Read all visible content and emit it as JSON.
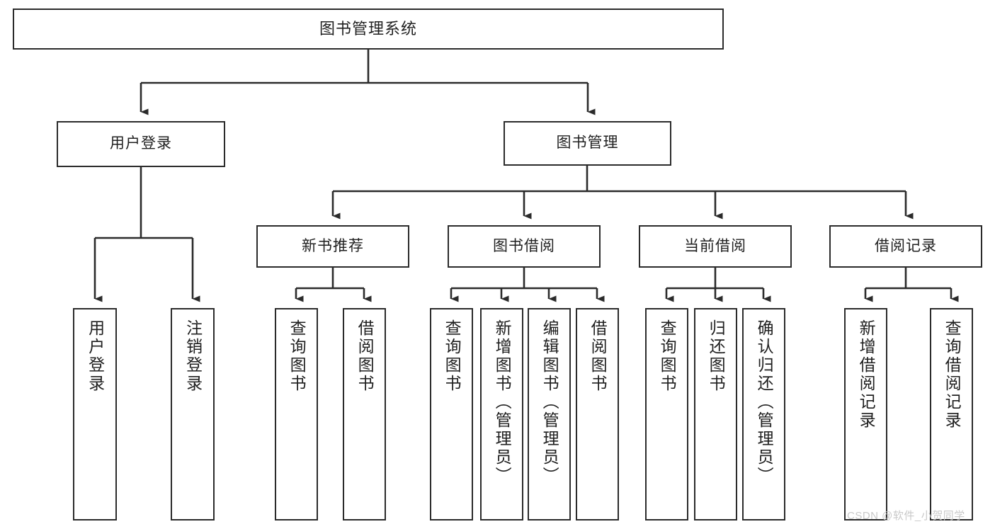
{
  "diagram": {
    "title": "图书管理系统",
    "type": "tree-hierarchy",
    "orientation": "top-down",
    "colors": {
      "box_border": "#2b2b2b",
      "box_fill": "#ffffff",
      "connector": "#2b2b2b",
      "text": "#1f1f1f",
      "background": "#ffffff",
      "watermark": "#c9c9c9"
    },
    "watermark": "CSDN @软件_小贺同学"
  },
  "nodes": {
    "root": {
      "label": "图书管理系统"
    },
    "level1": [
      {
        "id": "user-login",
        "label": "用户登录"
      },
      {
        "id": "book-management",
        "label": "图书管理"
      }
    ],
    "level2": [
      {
        "id": "new-book-recommend",
        "label": "新书推荐",
        "parent": "book-management"
      },
      {
        "id": "book-borrow",
        "label": "图书借阅",
        "parent": "book-management"
      },
      {
        "id": "current-borrow",
        "label": "当前借阅",
        "parent": "book-management"
      },
      {
        "id": "borrow-record",
        "label": "借阅记录",
        "parent": "book-management"
      }
    ],
    "leaves": [
      {
        "id": "leaf-user-login",
        "label": "用户登录",
        "parent": "user-login"
      },
      {
        "id": "leaf-user-logout",
        "label": "注销登录",
        "parent": "user-login"
      },
      {
        "id": "leaf-query-book-1",
        "label": "查询图书",
        "parent": "new-book-recommend"
      },
      {
        "id": "leaf-borrow-book-1",
        "label": "借阅图书",
        "parent": "new-book-recommend"
      },
      {
        "id": "leaf-query-book-2",
        "label": "查询图书",
        "parent": "book-borrow"
      },
      {
        "id": "leaf-add-book",
        "label": "新增图书（管理员）",
        "parent": "book-borrow"
      },
      {
        "id": "leaf-edit-book",
        "label": "编辑图书（管理员）",
        "parent": "book-borrow"
      },
      {
        "id": "leaf-borrow-book-2",
        "label": "借阅图书",
        "parent": "book-borrow"
      },
      {
        "id": "leaf-query-book-3",
        "label": "查询图书",
        "parent": "current-borrow"
      },
      {
        "id": "leaf-return-book",
        "label": "归还图书",
        "parent": "current-borrow"
      },
      {
        "id": "leaf-confirm-return",
        "label": "确认归还（管理员）",
        "parent": "current-borrow"
      },
      {
        "id": "leaf-add-record",
        "label": "新增借阅记录",
        "parent": "borrow-record"
      },
      {
        "id": "leaf-query-record",
        "label": "查询借阅记录",
        "parent": "borrow-record"
      }
    ]
  }
}
